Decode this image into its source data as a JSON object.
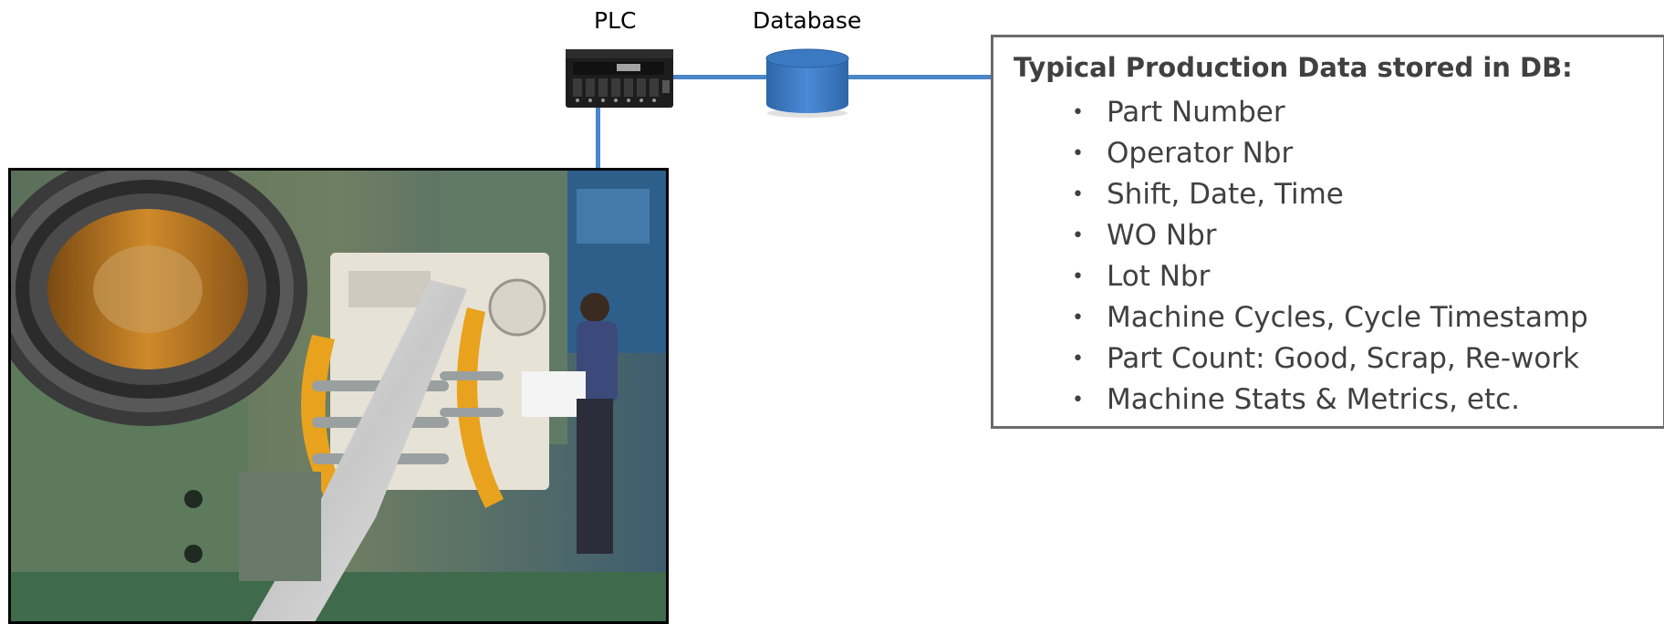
{
  "diagram": {
    "plc_label": "PLC",
    "database_label": "Database",
    "info_box": {
      "title": "Typical Production Data stored in DB:",
      "items": [
        "Part Number",
        "Operator Nbr",
        "Shift, Date, Time",
        "WO Nbr",
        "Lot Nbr",
        "Machine Cycles, Cycle Timestamp",
        "Part Count: Good, Scrap, Re-work",
        "Machine Stats & Metrics, etc."
      ]
    }
  },
  "colors": {
    "connector": "#4a86c8",
    "database_fill": "#3b79c2",
    "box_border": "#6b6b6b",
    "text": "#404040"
  },
  "icons": {
    "plc": "plc-icon",
    "database": "database-cylinder-icon",
    "photo": "machine-photo"
  }
}
